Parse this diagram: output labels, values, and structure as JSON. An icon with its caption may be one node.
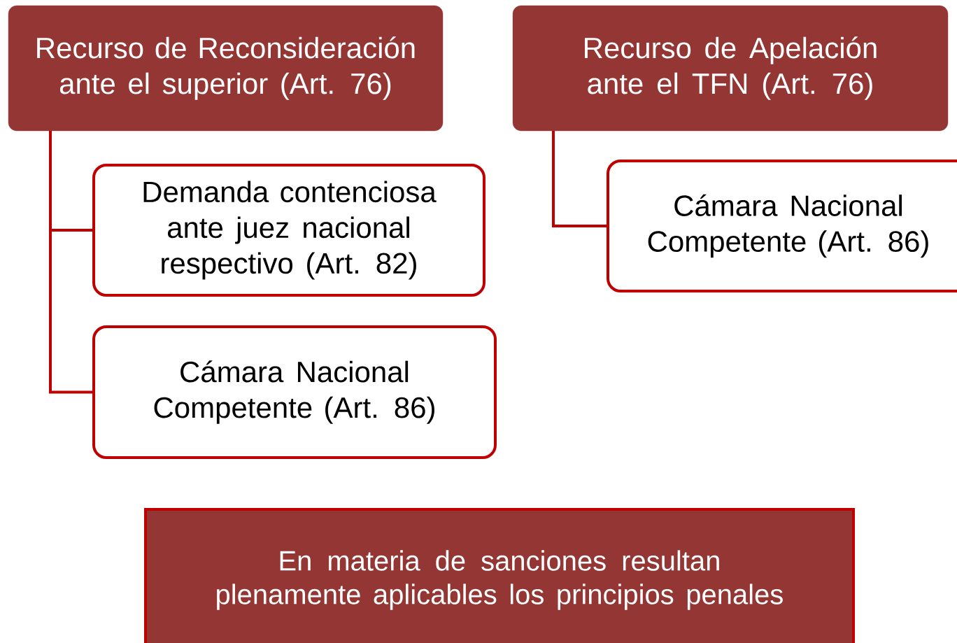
{
  "diagram": {
    "nodes": [
      {
        "text": [
          "Recurso de Reconsideración ante el superior (Art. 76)"
        ]
      },
      {
        "text": [
          "Demanda contenciosa ante juez nacional respectivo (Art. 82)"
        ]
      },
      {
        "text": [
          "Cámara Nacional Competente (Art. 86)"
        ]
      },
      {
        "text": [
          "Recurso de Apelación ante el TFN (Art. 76)"
        ]
      },
      {
        "text": [
          "Cámara Nacional Competente (Art. 86)"
        ]
      },
      {
        "text": [
          "En materia de sanciones resultan plenamente aplicables los principios penales"
        ]
      }
    ],
    "edges": [
      {
        "from": 0,
        "to": 1,
        "arrow": "none"
      },
      {
        "from": 0,
        "to": 2,
        "arrow": "none"
      },
      {
        "from": 3,
        "to": 4,
        "arrow": "none"
      }
    ]
  }
}
